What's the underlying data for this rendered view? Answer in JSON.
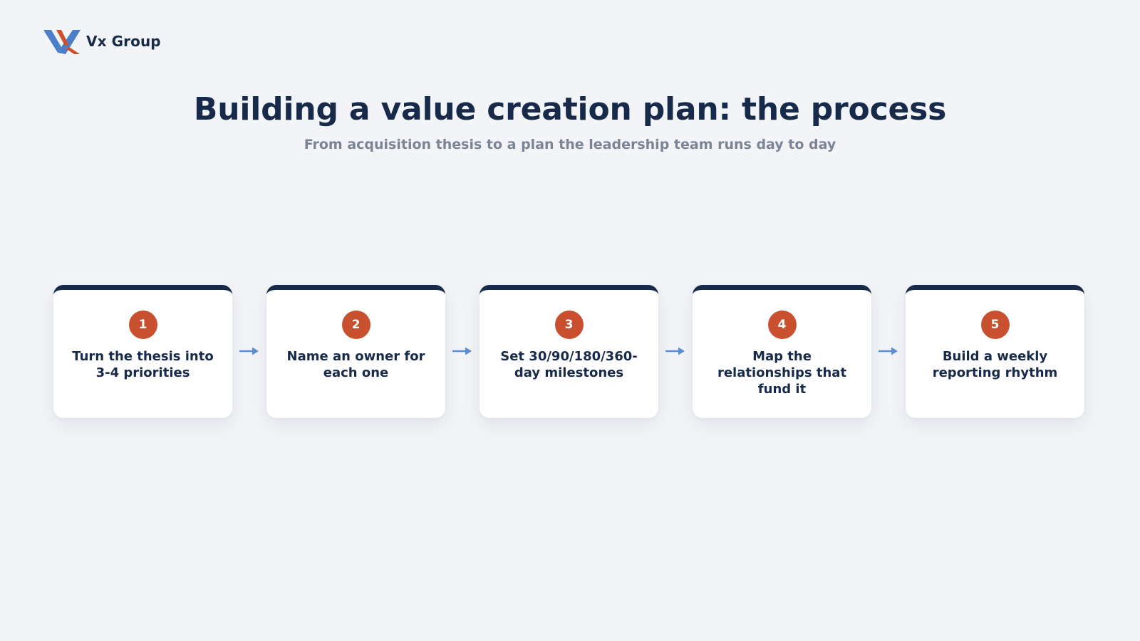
{
  "brand": {
    "name": "Vx Group",
    "logo_colors": {
      "blue": "#4b7fc9",
      "red": "#d0502c"
    }
  },
  "header": {
    "title": "Building a value creation plan: the process",
    "subtitle": "From acquisition thesis to a plan the leadership team runs day to day"
  },
  "colors": {
    "background": "#f2f4f7",
    "navy": "#172a4a",
    "accent": "#c9502e",
    "arrow": "#5b8fd6",
    "subtitle": "#7b8494"
  },
  "arrow_icon": "right-arrow-icon",
  "steps": [
    {
      "number": "1",
      "label": "Turn the thesis into 3-4 priorities"
    },
    {
      "number": "2",
      "label": "Name an owner for each one"
    },
    {
      "number": "3",
      "label": "Set 30/90/180/360-day milestones"
    },
    {
      "number": "4",
      "label": "Map the relationships that fund it"
    },
    {
      "number": "5",
      "label": "Build a weekly reporting rhythm"
    }
  ]
}
